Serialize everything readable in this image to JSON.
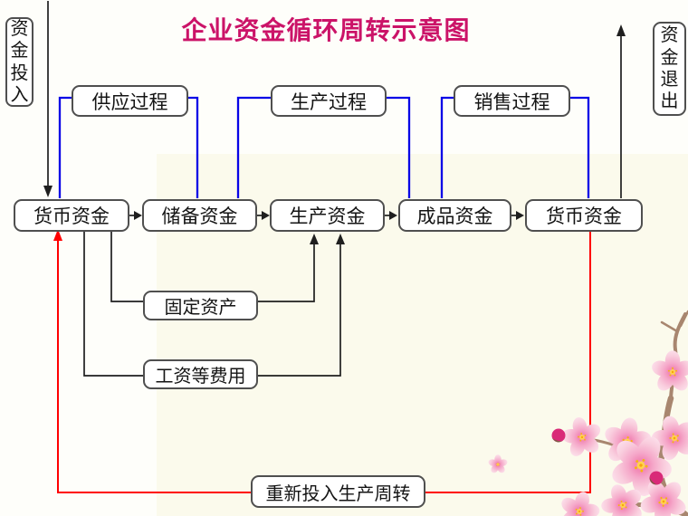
{
  "title": "企业资金循环周转示意图",
  "side": {
    "input": "资金投入",
    "output": "资金退出"
  },
  "processes": [
    {
      "label": "供应过程"
    },
    {
      "label": "生产过程"
    },
    {
      "label": "销售过程"
    }
  ],
  "funds": [
    {
      "label": "货币资金"
    },
    {
      "label": "储备资金"
    },
    {
      "label": "生产资金"
    },
    {
      "label": "成品资金"
    },
    {
      "label": "货币资金"
    }
  ],
  "expenses": [
    {
      "label": "固定资产"
    },
    {
      "label": "工资等费用"
    }
  ],
  "loop_label": "重新投入生产周转",
  "colors": {
    "title": "#cb1368",
    "process_link_blue": "#0803e6",
    "cycle_link_red": "#ff0000",
    "flow_link_black": "#1f1f1f",
    "box_border": "#4f4f4f",
    "background": "#fbfaec"
  }
}
